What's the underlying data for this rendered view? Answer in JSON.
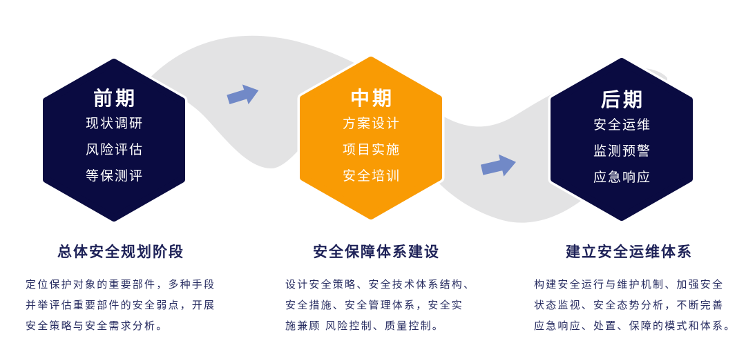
{
  "diagram": {
    "colors": {
      "background": "#ffffff",
      "ribbon": "#e3e3e4",
      "arrow": "#7189c7",
      "navy": "#0a0b41",
      "orange": "#f99b04",
      "title_text": "#1e2258",
      "body_text": "#262b60"
    },
    "phases": [
      {
        "stage": "前期",
        "stage_color": "#0a0b41",
        "items": [
          "现状调研",
          "风险评估",
          "等保测评"
        ],
        "section_title": "总体安全规划阶段",
        "desc_lines": [
          "定位保护对象的重要部件，多种手段",
          "并举评估重要部件的安全弱点，开展",
          "安全策略与安全需求分析。"
        ]
      },
      {
        "stage": "中期",
        "stage_color": "#f99b04",
        "items": [
          "方案设计",
          "项目实施",
          "安全培训"
        ],
        "section_title": "安全保障体系建设",
        "desc_lines": [
          "设计安全策略、安全技术体系结构、",
          "安全措施、安全管理体系，安全实",
          "施兼顾 风险控制、质量控制。"
        ]
      },
      {
        "stage": "后期",
        "stage_color": "#0a0b41",
        "items": [
          "安全运维",
          "监测预警",
          "应急响应"
        ],
        "section_title": "建立安全运维体系",
        "desc_lines": [
          "构建安全运行与维护机制、加强安全",
          "状态监视、安全态势分析，不断完善",
          "应急响应、处置、保障的模式和体系。"
        ]
      }
    ]
  }
}
